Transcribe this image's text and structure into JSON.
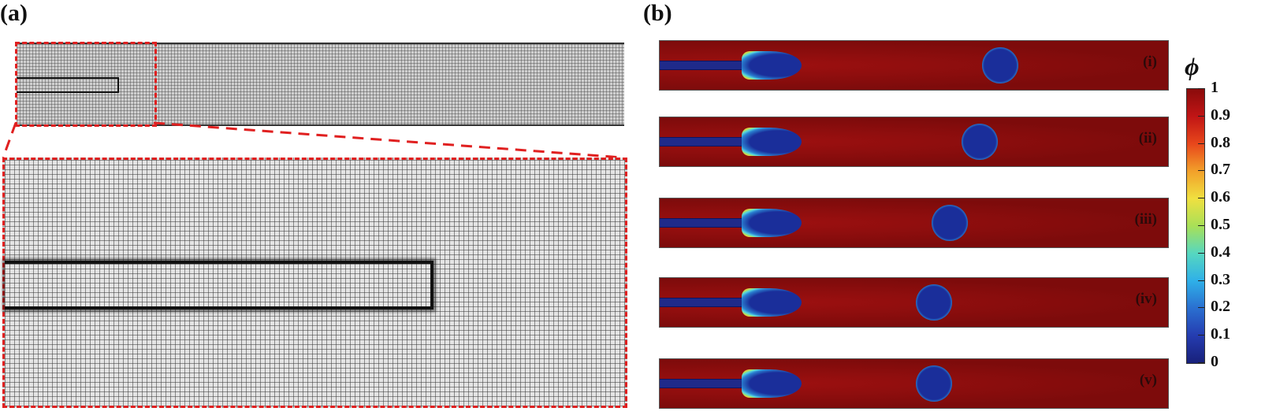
{
  "panel_a": {
    "label": "(a)"
  },
  "panel_b": {
    "label": "(b)",
    "snapshots": [
      {
        "label": "(i)",
        "droplet_position": 0.67
      },
      {
        "label": "(ii)",
        "droplet_position": 0.63
      },
      {
        "label": "(iii)",
        "droplet_position": 0.57
      },
      {
        "label": "(iv)",
        "droplet_position": 0.54
      },
      {
        "label": "(v)",
        "droplet_position": 0.54
      }
    ]
  },
  "colorbar": {
    "symbol": "ϕ",
    "ticks": [
      "1",
      "0.9",
      "0.8",
      "0.7",
      "0.6",
      "0.5",
      "0.4",
      "0.3",
      "0.2",
      "0.1",
      "0"
    ],
    "colors": [
      "#8a0b0b",
      "#c01515",
      "#e8471b",
      "#f2a02a",
      "#f0e040",
      "#a8e058",
      "#56d7c0",
      "#2fb0e8",
      "#2a6fd0",
      "#253cb0",
      "#18207a"
    ]
  }
}
